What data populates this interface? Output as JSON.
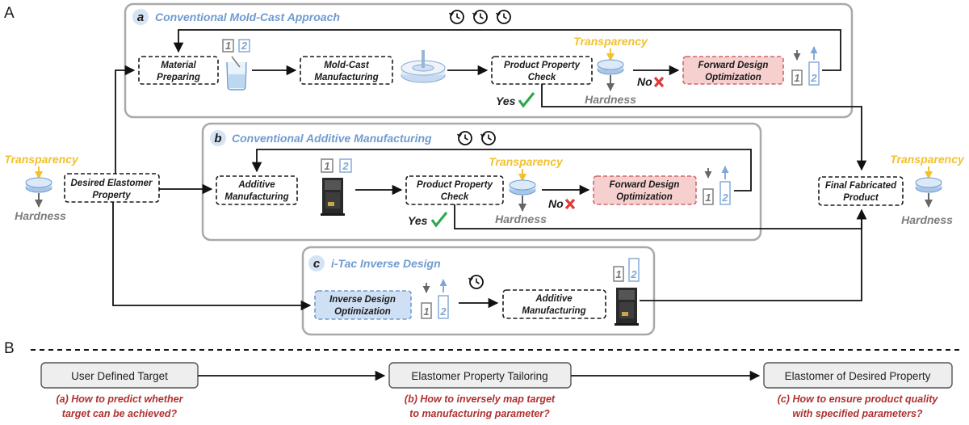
{
  "panel_labels": {
    "a": "A",
    "b": "B"
  },
  "sections": {
    "a": {
      "letter": "a",
      "title": "Conventional Mold-Cast Approach"
    },
    "b": {
      "letter": "b",
      "title": "Conventional Additive Manufacturing"
    },
    "c": {
      "letter": "c",
      "title": "i-Tac Inverse Design"
    }
  },
  "boxes": {
    "material_preparing": [
      "Material",
      "Preparing"
    ],
    "mold_cast": [
      "Mold-Cast",
      "Manufacturing"
    ],
    "check_a": [
      "Product Property",
      "Check"
    ],
    "forward_a": [
      "Forward Design",
      "Optimization"
    ],
    "desired": [
      "Desired Elastomer",
      "Property"
    ],
    "additive_b": [
      "Additive",
      "Manufacturing"
    ],
    "check_b": [
      "Product Property",
      "Check"
    ],
    "forward_b": [
      "Forward Design",
      "Optimization"
    ],
    "final": [
      "Final Fabricated",
      "Product"
    ],
    "inverse": [
      "Inverse Design",
      "Optimization"
    ],
    "additive_c": [
      "Additive",
      "Manufacturing"
    ]
  },
  "labels": {
    "transparency": "Transparency",
    "hardness": "Hardness",
    "yes": "Yes",
    "no": "No",
    "num_one": "1",
    "num_two": "2"
  },
  "icons": [
    "clock-icon",
    "beaker-icon",
    "mold-icon",
    "sample-disc-icon",
    "printer-icon",
    "check-icon",
    "cross-icon",
    "parameter-bars-icon"
  ],
  "colors": {
    "accent_blue": "#6f9bd1",
    "transparency_yellow": "#f2c12e",
    "hardness_gray": "#7d7d7d",
    "highlight_pink": "#f6cfcf",
    "highlight_blue": "#cfe0f4",
    "question_red": "#b03030",
    "yes_green": "#2fa84f",
    "no_red": "#e03a3a"
  },
  "part_b": {
    "steps": [
      {
        "title": "User Defined Target",
        "question": [
          "(a) How to predict whether",
          "target can be achieved?"
        ]
      },
      {
        "title": "Elastomer Property Tailoring",
        "question": [
          "(b) How to inversely map target",
          "to manufacturing parameter?"
        ]
      },
      {
        "title": "Elastomer of Desired Property",
        "question": [
          "(c) How to ensure product quality",
          "with specified parameters?"
        ]
      }
    ]
  }
}
